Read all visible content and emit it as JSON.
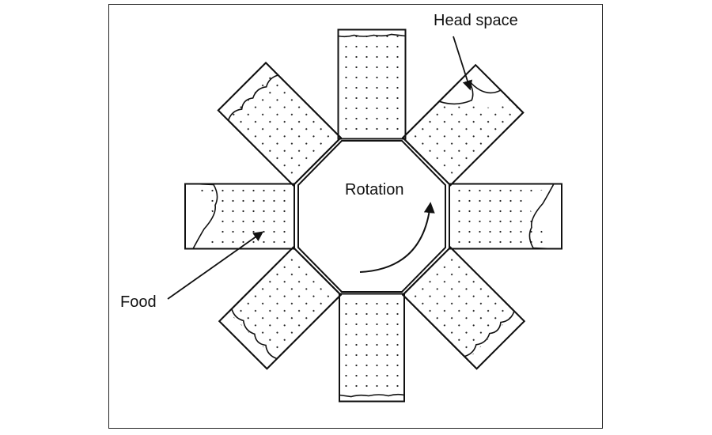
{
  "labels": {
    "head_space": "Head space",
    "rotation": "Rotation",
    "food": "Food"
  },
  "colors": {
    "ink": "#111111",
    "fill": "#ffffff",
    "dot": "#222222"
  }
}
